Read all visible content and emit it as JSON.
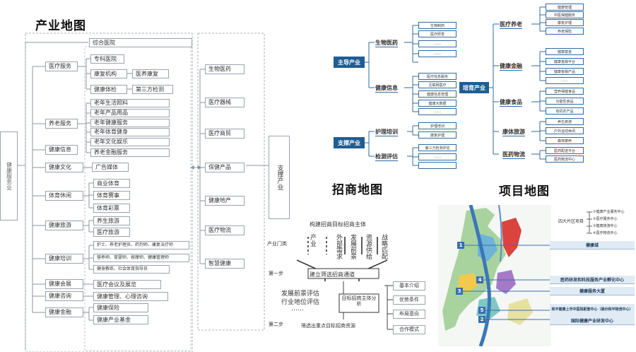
{
  "titles": {
    "industry": "产业地图",
    "investment": "招商地图",
    "project": "项目地图"
  },
  "industry_map": {
    "root": "健康服务业",
    "support_label": "支撑产业",
    "hospitals": [
      "综合医院",
      "专科医院"
    ],
    "groups": [
      {
        "label": "医疗服务",
        "items": [
          "康复机构",
          "医养康复",
          "健康体检",
          "第三方检测"
        ]
      },
      {
        "label": "养老服务",
        "items": [
          "老年生活照料",
          "老年产品用品",
          "老年健康服务",
          "老年体育健身",
          "老年文化娱乐",
          "养老金融服务"
        ]
      },
      {
        "label": "健康信息",
        "items": []
      },
      {
        "label": "健康文化",
        "items": [
          "广告媒体"
        ]
      },
      {
        "label": "体育休闲",
        "items": [
          "商业体育",
          "体育赛事",
          "体育彩票"
        ]
      },
      {
        "label": "健康旅游",
        "items": [
          "养生旅游",
          "医疗旅游"
        ]
      },
      {
        "label": "健康培训",
        "items": [
          "护士、养老护理员、药剂师、康复治疗师",
          "营养师、育婴师、按摩师、健康管理师",
          "健身教练、社会体育指导员"
        ]
      },
      {
        "label": "健康会展",
        "items": [
          "医疗会议及展览"
        ]
      },
      {
        "label": "健康咨询",
        "items": [
          "健康管理、心理咨询"
        ]
      },
      {
        "label": "健康金融",
        "items": [
          "健康保险",
          "健康产业基金"
        ]
      }
    ],
    "support_items": [
      "生物医药",
      "医疗器械",
      "医疗商贸",
      "保健产品",
      "健康地产",
      "医疗物流",
      "智慧健康"
    ]
  },
  "cluster_map": {
    "main": "主导产业",
    "support": "支撑产业",
    "cultivate": "培育产业",
    "main_nodes": [
      {
        "label": "生物医药",
        "items": [
          "生物制药",
          "医疗研发",
          "……",
          "……"
        ]
      },
      {
        "label": "健康信息",
        "items": [
          "医疗信息服务",
          "互联网医疗",
          "健康信息管理",
          "健康大数据",
          "……"
        ]
      }
    ],
    "support_nodes": [
      {
        "label": "护理培训",
        "items": [
          "护理培训",
          "康复护理"
        ]
      },
      {
        "label": "检测评估",
        "items": [
          "第三方检测评估",
          "……"
        ]
      }
    ],
    "cultivate_nodes": [
      {
        "label": "医疗养老",
        "items": [
          "健康管理",
          "中医保健服务",
          "康复护理",
          "养老保险"
        ]
      },
      {
        "label": "健康金融",
        "items": [
          "健康基金",
          "健康金融平台",
          "健康金融产品",
          "……"
        ]
      },
      {
        "label": "健康食品",
        "items": [
          "营养保健食品",
          "功能性食品",
          "有机农产品"
        ]
      },
      {
        "label": "康体旅游",
        "items": [
          "养生旅游",
          "户外运动休闲",
          "森林康养"
        ]
      },
      {
        "label": "医药物流",
        "items": [
          "医药配送平台",
          "医药物流中心"
        ]
      }
    ]
  },
  "investment_map": {
    "top": "构建招商目标招商主体",
    "row1_label": "产业门类",
    "cols": [
      "产业",
      "外部需求",
      "发展前景",
      "资源供给",
      "战略匹配"
    ],
    "step1": "第一步",
    "step2": "第二步",
    "filter": "建立筛选招商通道",
    "eval_lines": [
      "发展前景评估",
      "行业地位评估",
      "……"
    ],
    "target": "目标招商主体分析",
    "final": "筛选出重点目标招商资源",
    "right_boxes": [
      "基本介绍",
      "优势条件",
      "布局意向",
      "合作模式"
    ]
  },
  "project_map": {
    "legend_title": "四大片区项目",
    "legend_items": [
      "①健康产业服务中心",
      "②医疗服务中心",
      "③健康旅游中心",
      "④医疗物流中心"
    ],
    "markers": [
      "1",
      "4",
      "3",
      "5",
      "2"
    ],
    "projects": [
      "健康城",
      "医药研发和科技服务产业孵化中心",
      "健康服务大厦",
      "和平健康上市中医院配套中心（展示和平物流中心）",
      "国际健康产业研发中心"
    ]
  }
}
